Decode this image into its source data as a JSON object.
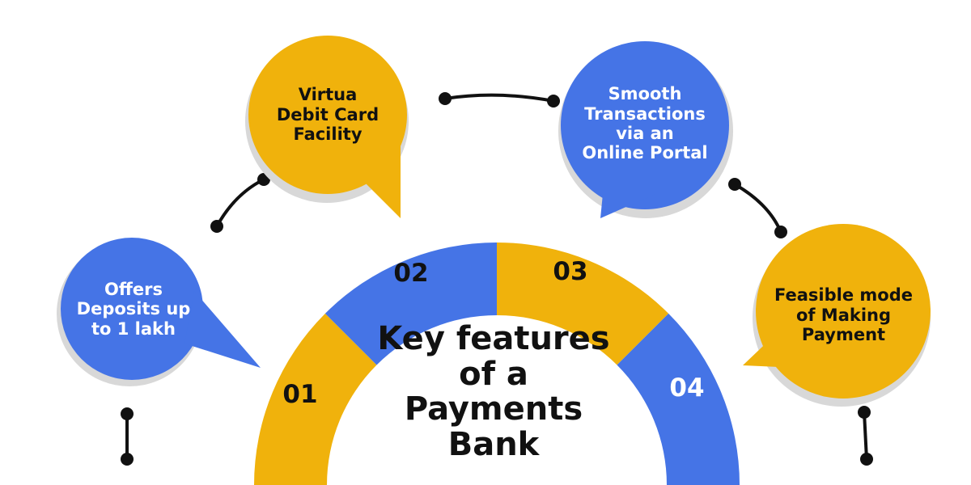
{
  "colors": {
    "blue": "#4574e6",
    "gold": "#f0b20c",
    "connector": "#111111",
    "shadow": "#d8d8d8"
  },
  "center": {
    "title": "Key features\nof a\nPayments\nBank"
  },
  "segments": [
    {
      "number": "01",
      "color": "gold"
    },
    {
      "number": "02",
      "color": "blue"
    },
    {
      "number": "03",
      "color": "gold"
    },
    {
      "number": "04",
      "color": "blue"
    }
  ],
  "bubbles": [
    {
      "id": "01",
      "text": "Offers\nDeposits up\nto 1 lakh",
      "color": "blue"
    },
    {
      "id": "02",
      "text": "Virtua\nDebit Card\nFacility",
      "color": "gold"
    },
    {
      "id": "03",
      "text": "Smooth\nTransactions\nvia an\nOnline Portal",
      "color": "blue"
    },
    {
      "id": "04",
      "text": "Feasible mode\nof Making\nPayment",
      "color": "gold"
    }
  ]
}
